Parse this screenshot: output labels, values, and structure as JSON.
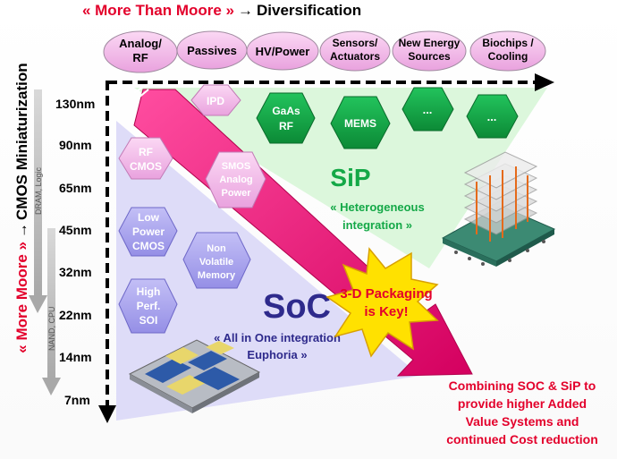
{
  "header": {
    "more_than_moore": "« More Than Moore »",
    "arrow": "→",
    "diversification": "Diversification"
  },
  "left_axis": {
    "more_moore": "« More Moore »",
    "arrow": "→",
    "cmos_miniaturization": "CMOS Miniaturization",
    "dram_logic": "DRAM, Logic",
    "nand_cpu": "NAND, CPU"
  },
  "nodes": [
    "130nm",
    "90nm",
    "65nm",
    "45nm",
    "32nm",
    "22nm",
    "14nm",
    "7nm"
  ],
  "top_categories": [
    {
      "line1": "Analog/",
      "line2": "RF"
    },
    {
      "line1": "Passives",
      "line2": ""
    },
    {
      "line1": "HV/Power",
      "line2": ""
    },
    {
      "line1": "Sensors/",
      "line2": "Actuators"
    },
    {
      "line1": "New Energy",
      "line2": "Sources"
    },
    {
      "line1": "Biochips /",
      "line2": "Cooling"
    }
  ],
  "hexagons": {
    "ipd": "IPD",
    "gaas_1": "GaAs",
    "gaas_2": "RF",
    "mems": "MEMS",
    "dots1": "...",
    "dots2": "...",
    "rf_cmos_1": "RF",
    "rf_cmos_2": "CMOS",
    "smos_1": "SMOS",
    "smos_2": "Analog",
    "smos_3": "Power",
    "lp_1": "Low",
    "lp_2": "Power",
    "lp_3": "CMOS",
    "nvm_1": "Non",
    "nvm_2": "Volatile",
    "nvm_3": "Memory",
    "hp_1": "High",
    "hp_2": "Perf.",
    "hp_3": "SOI"
  },
  "sip": {
    "title": "SiP",
    "subtitle_1": "« Heterogeneous",
    "subtitle_2": "integration »"
  },
  "soc": {
    "title": "SoC",
    "subtitle_1": "« All in One integration",
    "subtitle_2": "Euphoria »"
  },
  "burst": {
    "line1": "3-D Packaging",
    "line2": "is Key!"
  },
  "conclusion": [
    "Combining SOC & SiP to",
    "provide higher Added",
    "Value Systems and",
    "continued Cost reduction"
  ],
  "colors": {
    "accent_red": "#e3002b",
    "magenta": "#e0006a",
    "green_hex": "#14a847",
    "lavender_hex": "#a9a4ee",
    "pink_hex": "#f2a6e4",
    "burst_yellow": "#ffe100"
  }
}
